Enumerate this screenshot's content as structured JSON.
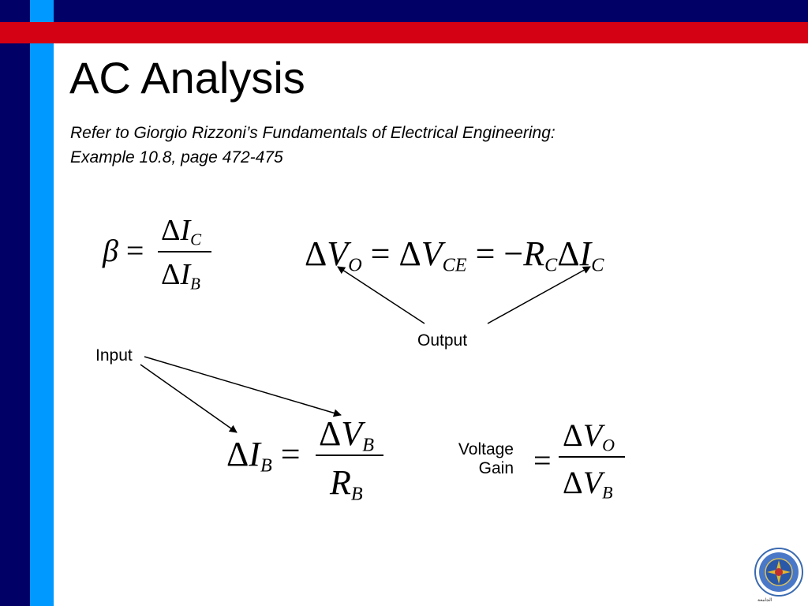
{
  "slide": {
    "title": "AC Analysis",
    "reference_line1": "Refer to Giorgio Rizzoni’s Fundamentals of Electrical Engineering:",
    "reference_line2": "Example 10.8, page 472-475"
  },
  "labels": {
    "input": "Input",
    "output": "Output",
    "voltage": "Voltage",
    "gain": "Gain"
  },
  "logo": {
    "caption": "الجامعة"
  },
  "colors": {
    "navy": "#000066",
    "lightblue": "#0099ff",
    "red": "#d40014"
  }
}
